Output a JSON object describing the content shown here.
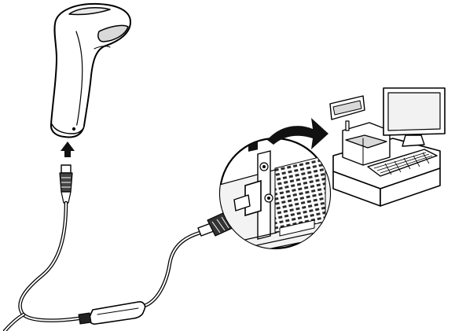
{
  "diagram": {
    "kind": "installation illustration",
    "components": [
      "handheld-barcode-scanner",
      "scanner-cable",
      "cable-connector-plug",
      "pos-terminal-port",
      "pos-terminal"
    ],
    "arrows": [
      "insert-plug-into-scanner-arrow",
      "insert-into-terminal-arrow"
    ],
    "text_labels": [],
    "colors": {
      "ink": "#000000",
      "fill_light": "#ffffff",
      "shade": "#d9d9d9",
      "dark": "#2b2b2b"
    }
  }
}
